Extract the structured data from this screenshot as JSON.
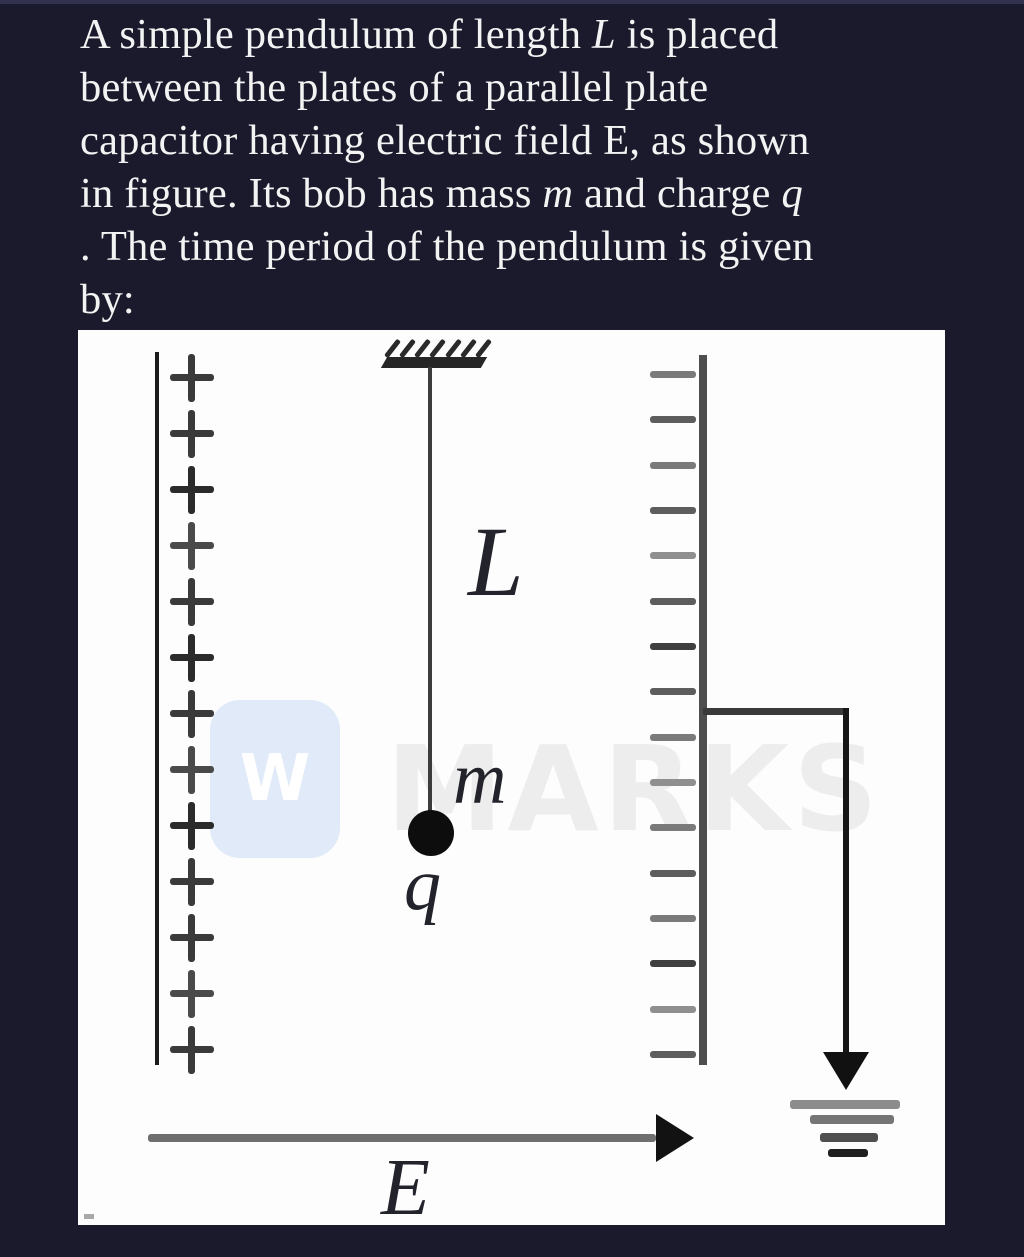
{
  "theme": {
    "background": "#1a1a2c",
    "panel": "#fdfdfd",
    "text_color": "#f3f3f3",
    "stroke_dark": "#1c1c1c",
    "stroke_gray": "#6f6f6f",
    "watermark_blue": "#e0eaf8",
    "watermark_gray": "#ededed"
  },
  "question": {
    "lines": [
      {
        "segments": [
          {
            "t": "A simple pendulum of length "
          },
          {
            "t": "L"
          },
          {
            "t": " is placed"
          }
        ]
      },
      {
        "segments": [
          {
            "t": "between the plates of a parallel plate"
          }
        ]
      },
      {
        "segments": [
          {
            "t": "capacitor having electric field E, as shown"
          }
        ]
      },
      {
        "segments": [
          {
            "t": "in figure. Its bob has mass "
          },
          {
            "t": "m"
          },
          {
            "t": " and charge "
          },
          {
            "t": "q"
          }
        ]
      },
      {
        "segments": [
          {
            "t": ". The time period of the pendulum is given"
          }
        ]
      },
      {
        "segments": [
          {
            "t": "by:"
          }
        ]
      }
    ]
  },
  "figure": {
    "labels": {
      "length": "L",
      "mass": "m",
      "charge": "q",
      "field": "E"
    },
    "left_plate": {
      "sign": "+",
      "count": 13
    },
    "right_plate": {
      "sign": "−",
      "count": 16
    },
    "support": {
      "hatch_count": 7
    },
    "watermark": {
      "logo_letter": "W",
      "text": "MARKS"
    }
  }
}
